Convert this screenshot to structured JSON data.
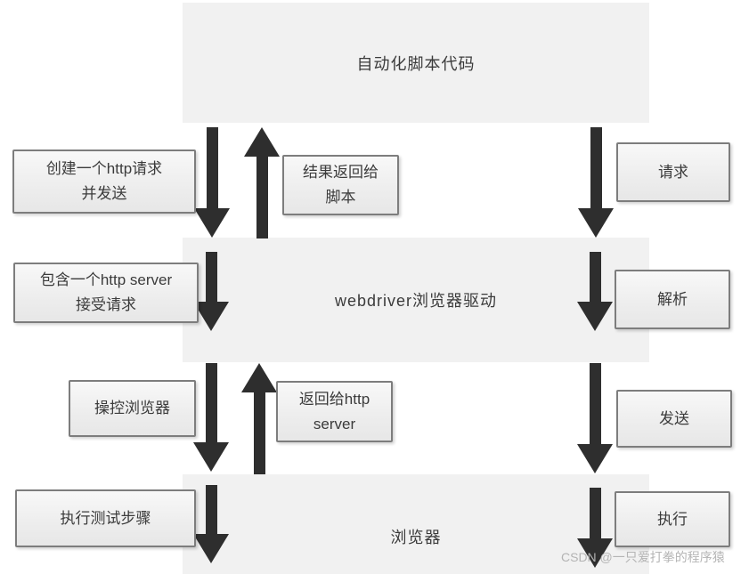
{
  "diagram": {
    "bands": {
      "script": "自动化脚本代码",
      "webdriver": "webdriver浏览器驱动",
      "browser": "浏览器"
    },
    "left_steps": {
      "create_request": "创建一个http请求\n并发送",
      "http_server": "包含一个http server\n接受请求",
      "control_browser": "操控浏览器",
      "execute_steps": "执行测试步骤"
    },
    "return_steps": {
      "result_to_script": "结果返回给\n脚本",
      "return_to_http_server": "返回给http\nserver"
    },
    "right_steps": {
      "request": "请求",
      "parse": "解析",
      "send": "发送",
      "execute": "执行"
    },
    "colors": {
      "band_bg": "#f1f1f1",
      "box_border": "#7d7d7d",
      "arrow": "#2e2e2e",
      "text": "#3b3b3b",
      "watermark": "#b4b4b4"
    }
  },
  "watermark": {
    "text": "CSDN @一只爱打拳的程序猿"
  }
}
